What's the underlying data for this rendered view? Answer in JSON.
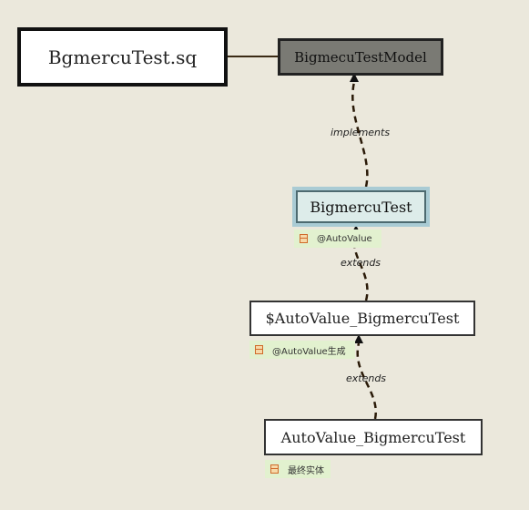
{
  "nodes": {
    "file": "BgmercuTest.sq",
    "model": "BigmecuTestModel",
    "test": "BigmercuTest",
    "autovalue": "$AutoValue_BigmercuTest",
    "final": "AutoValue_BigmercuTest"
  },
  "tags": {
    "test": "@AutoValue",
    "autovalue": "@AutoValue生成",
    "final": "最终实体"
  },
  "edges": {
    "implements": "implements",
    "extends_1": "extends",
    "extends_2": "extends"
  }
}
